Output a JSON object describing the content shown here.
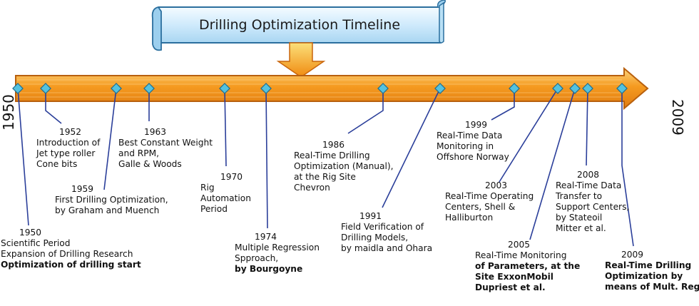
{
  "title": "Drilling Optimization Timeline",
  "start_year": "1950",
  "end_year": "2009",
  "colors": {
    "arrow": "#f59a20",
    "arrow_edge": "#b8600e",
    "marker": "#55c2de",
    "marker_edge": "#1f6d8f",
    "line": "#2b3f9a",
    "scroll": "#cfeafc"
  },
  "events": [
    {
      "year": "1950",
      "lines": [
        {
          "t": "Scientific Period",
          "b": false
        },
        {
          "t": "Expansion of Drilling Research",
          "b": false
        },
        {
          "t": "Optimization of drilling start",
          "b": true
        }
      ]
    },
    {
      "year": "1952",
      "lines": [
        {
          "t": "Introduction of",
          "b": false
        },
        {
          "t": "Jet type roller",
          "b": false
        },
        {
          "t": "Cone bits",
          "b": false
        }
      ]
    },
    {
      "year": "1959",
      "lines": [
        {
          "t": "First Drilling Optimization,",
          "b": false
        },
        {
          "t": "by Graham and Muench",
          "b": false
        }
      ]
    },
    {
      "year": "1963",
      "lines": [
        {
          "t": "Best Constant Weight",
          "b": false
        },
        {
          "t": "and RPM,",
          "b": false
        },
        {
          "t": "Galle & Woods",
          "b": false
        }
      ]
    },
    {
      "year": "1970",
      "lines": [
        {
          "t": "Rig",
          "b": false
        },
        {
          "t": "Automation",
          "b": false
        },
        {
          "t": "Period",
          "b": false
        }
      ]
    },
    {
      "year": "1974",
      "lines": [
        {
          "t": "Multiple Regression",
          "b": false
        },
        {
          "t": "Spproach,",
          "b": false
        },
        {
          "t": "by Bourgoyne",
          "b": true
        }
      ]
    },
    {
      "year": "1986",
      "lines": [
        {
          "t": "Real-Time Drilling",
          "b": false
        },
        {
          "t": "Optimization (Manual),",
          "b": false
        },
        {
          "t": "at the Rig Site",
          "b": false
        },
        {
          "t": "Chevron",
          "b": false
        }
      ]
    },
    {
      "year": "1991",
      "lines": [
        {
          "t": "Field Verification of",
          "b": false
        },
        {
          "t": "Drilling Models,",
          "b": false
        },
        {
          "t": "by maidla and Ohara",
          "b": false
        }
      ]
    },
    {
      "year": "1999",
      "lines": [
        {
          "t": "Real-Time  Data",
          "b": false
        },
        {
          "t": "Monitoring in",
          "b": false
        },
        {
          "t": "Offshore Norway",
          "b": false
        }
      ]
    },
    {
      "year": "2003",
      "lines": [
        {
          "t": "Real-Time Operating",
          "b": false
        },
        {
          "t": "Centers, Shell &",
          "b": false
        },
        {
          "t": "Halliburton",
          "b": false
        }
      ]
    },
    {
      "year": "2005",
      "lines": [
        {
          "t": "Real-Time Monitoring",
          "b": false
        },
        {
          "t": "of Parameters, at the",
          "b": true
        },
        {
          "t": "Site ExxonMobil",
          "b": true
        },
        {
          "t": "Dupriest et al.",
          "b": true
        }
      ]
    },
    {
      "year": "2008",
      "lines": [
        {
          "t": "Real-Time Data",
          "b": false
        },
        {
          "t": "Transfer to",
          "b": false
        },
        {
          "t": "Support Centers,",
          "b": false
        },
        {
          "t": "by Stateoil",
          "b": false
        },
        {
          "t": "Mitter et al.",
          "b": false
        }
      ]
    },
    {
      "year": "2009",
      "lines": [
        {
          "t": "Real-Time Drilling",
          "b": true
        },
        {
          "t": "Optimization by",
          "b": true
        },
        {
          "t": "means of Mult. Regs.",
          "b": true
        }
      ]
    }
  ]
}
